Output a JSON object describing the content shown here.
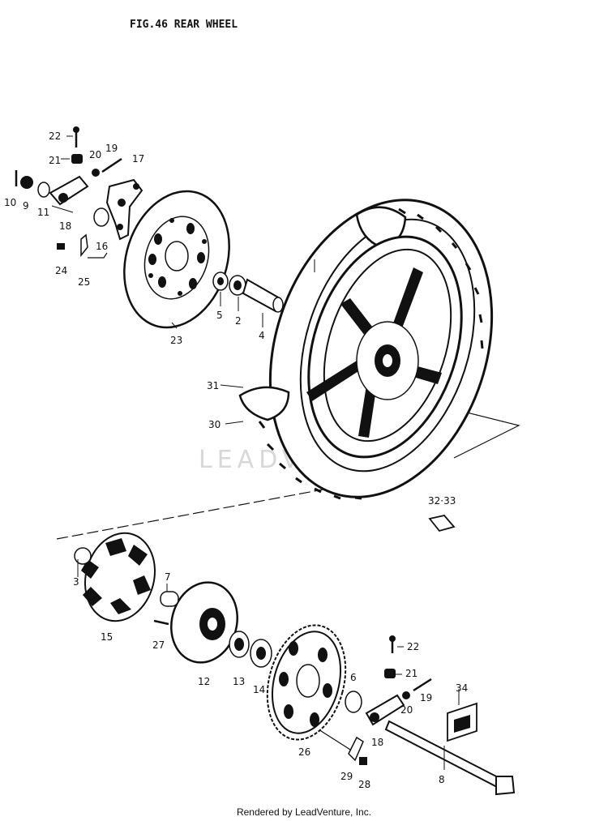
{
  "title": "FIG.46  REAR WHEEL",
  "watermark": "LEADVENTURE",
  "footer": "Rendered by LeadVenture, Inc.",
  "callouts": [
    "22",
    "21",
    "20",
    "19",
    "17",
    "10",
    "9",
    "11",
    "18",
    "16",
    "24",
    "25",
    "23",
    "5",
    "2",
    "4",
    "31",
    "30",
    "32·33",
    "3",
    "7",
    "15",
    "27",
    "12",
    "13",
    "14",
    "6",
    "22",
    "21",
    "19",
    "20",
    "18",
    "34",
    "26",
    "29",
    "28",
    "8"
  ]
}
